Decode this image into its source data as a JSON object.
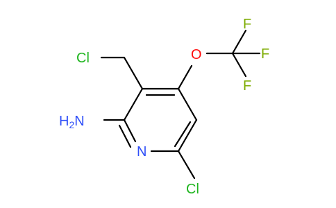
{
  "diagram": {
    "type": "chemical-structure",
    "background": "#ffffff",
    "bond_color": "#000000",
    "colors": {
      "nitrogen": "#3050f8",
      "chlorine": "#1fb51f",
      "oxygen": "#ff0d0d",
      "fluorine": "#7cab00",
      "amine": "#3050f8"
    },
    "labels": {
      "amine": {
        "main": "H",
        "sub": "2",
        "tail": "N"
      },
      "ring_nitrogen": "N",
      "chloromethyl_cl": "Cl",
      "ring_cl": "Cl",
      "ether_oxygen": "O",
      "fluorine_top": "F",
      "fluorine_right": "F",
      "fluorine_bottom": "F"
    }
  }
}
